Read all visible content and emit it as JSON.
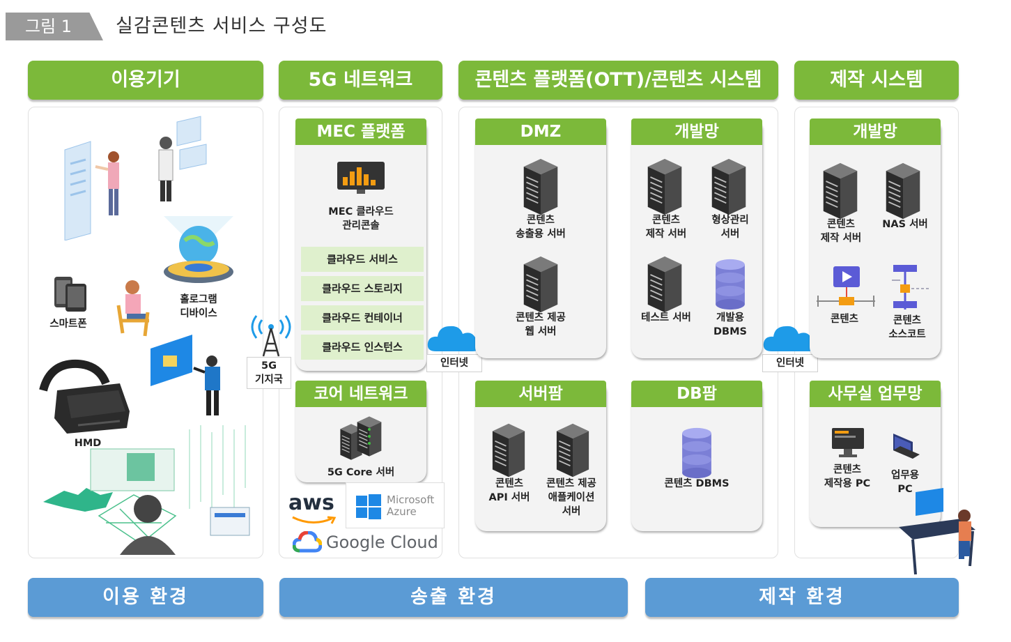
{
  "figure": {
    "tag": "그림 1",
    "title": "실감콘텐츠 서비스 구성도"
  },
  "columns": {
    "devices": "이용기기",
    "network": "5G 네트워크",
    "platform": "콘텐츠 플랫폼(OTT)/콘텐츠 시스템",
    "production": "제작 시스템"
  },
  "devices": {
    "smartphone": "스마트폰",
    "hologram": "홀로그램\n디바이스",
    "hmd": "HMD"
  },
  "network": {
    "base_station": "5G\n기지국",
    "mec": {
      "title": "MEC 플랫폼",
      "console": "MEC 클라우드\n관리콘솔",
      "services": [
        "클라우드 서비스",
        "클라우드 스토리지",
        "클라우드 컨테이너",
        "클라우드 인스턴스"
      ]
    },
    "core": {
      "title": "코어 네트워크",
      "server": "5G Core 서버"
    },
    "vendors": {
      "aws": "aws",
      "azure_line1": "Microsoft",
      "azure_line2": "Azure",
      "google": "Google Cloud"
    }
  },
  "internet_label": "인터넷",
  "platform": {
    "dmz": {
      "title": "DMZ",
      "s1": "콘텐츠\n송출용 서버",
      "s2": "콘텐츠 제공\n웹 서버"
    },
    "dev": {
      "title": "개발망",
      "s1": "콘텐츠\n제작 서버",
      "s2": "형상관리\n서버",
      "s3": "테스트 서버",
      "s4": "개발용\nDBMS"
    },
    "farm": {
      "title": "서버팜",
      "s1": "콘텐츠\nAPI 서버",
      "s2": "콘텐츠 제공\n애플케이션\n서버"
    },
    "db": {
      "title": "DB팜",
      "s1": "콘텐츠 DBMS"
    }
  },
  "production": {
    "dev": {
      "title": "개발망",
      "s1": "콘텐츠\n제작 서버",
      "s2": "NAS 서버",
      "s3": "콘텐츠",
      "s4": "콘텐츠\n소스코트"
    },
    "office": {
      "title": "사무실 업무망",
      "s1": "콘텐츠\n제작용 PC",
      "s2": "업무용\nPC"
    }
  },
  "footer": {
    "use": "이용 환경",
    "broadcast": "송출 환경",
    "make": "제작 환경"
  },
  "colors": {
    "green": "#7cb93a",
    "blue": "#5b9bd5",
    "light_green": "#dff0cd",
    "cloud": "#1e9be8",
    "db": "#7b7fd6"
  }
}
